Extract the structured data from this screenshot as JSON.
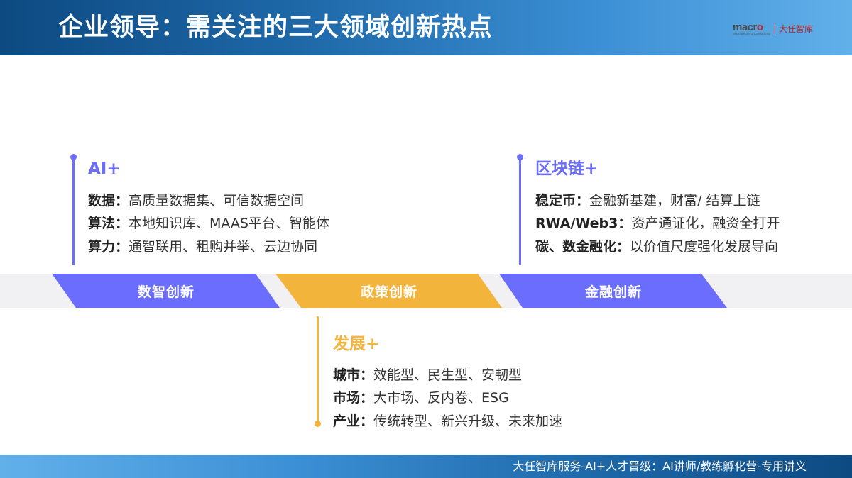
{
  "header": {
    "title": "企业领导：需关注的三大领域创新热点",
    "logo": {
      "brand_main": "macr",
      "brand_accent": "o",
      "brand_sub": "Management Consulting",
      "brand_cn": "大任智库"
    }
  },
  "colors": {
    "blue": "#6a6dfd",
    "yellow": "#f3b43c",
    "band": "#f1f1f3",
    "header_start": "#0d4a82",
    "header_end": "#62b0ea"
  },
  "pillars": [
    {
      "label": "数智创新",
      "color": "#6a6dfd"
    },
    {
      "label": "政策创新",
      "color": "#f3b43c"
    },
    {
      "label": "金融创新",
      "color": "#6a6dfd"
    }
  ],
  "blocks": {
    "ai": {
      "title": "AI+",
      "items": [
        {
          "key": "数据：",
          "value": "高质量数据集、可信数据空间"
        },
        {
          "key": "算法：",
          "value": "本地知识库、MAAS平台、智能体"
        },
        {
          "key": "算力：",
          "value": "通智联用、租购并举、云边协同"
        }
      ]
    },
    "blockchain": {
      "title": "区块链+",
      "items": [
        {
          "key": "稳定币：",
          "value": "金融新基建，财富/ 结算上链"
        },
        {
          "key": "RWA/Web3：",
          "value": "资产通证化，融资全打开"
        },
        {
          "key": "碳、数金融化：",
          "value": "以价值尺度强化发展导向"
        }
      ]
    },
    "development": {
      "title": "发展+",
      "items": [
        {
          "key": "城市：",
          "value": "效能型、民生型、安韧型"
        },
        {
          "key": "市场：",
          "value": "大市场、反内卷、ESG"
        },
        {
          "key": "产业：",
          "value": "传统转型、新兴升级、未来加速"
        }
      ]
    }
  },
  "footer": {
    "text": "大任智库服务-AI+人才晋级：AI讲师/教练孵化营-专用讲义"
  }
}
